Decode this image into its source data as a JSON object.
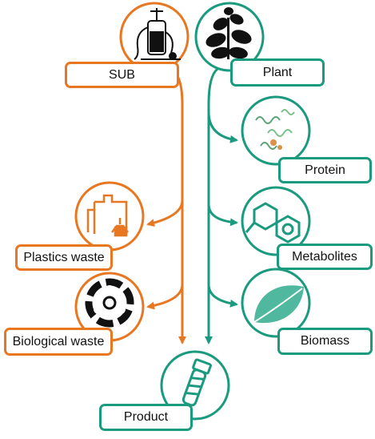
{
  "colors": {
    "orange": "#E87722",
    "green": "#1A9A7E",
    "text": "#111111",
    "background": "#ffffff"
  },
  "nodes": {
    "sub": {
      "label": "SUB",
      "icon": "bioreactor-icon"
    },
    "plant": {
      "label": "Plant",
      "icon": "plant-icon"
    },
    "protein": {
      "label": "Protein",
      "icon": "protein-structure-icon"
    },
    "plastics": {
      "label": "Plastics waste",
      "icon": "waste-bags-icon"
    },
    "metabolites": {
      "label": "Metabolites",
      "icon": "molecule-icon"
    },
    "biological": {
      "label": "Biological waste",
      "icon": "biohazard-icon"
    },
    "biomass": {
      "label": "Biomass",
      "icon": "leaf-icon"
    },
    "product": {
      "label": "Product",
      "icon": "vial-icon"
    }
  }
}
